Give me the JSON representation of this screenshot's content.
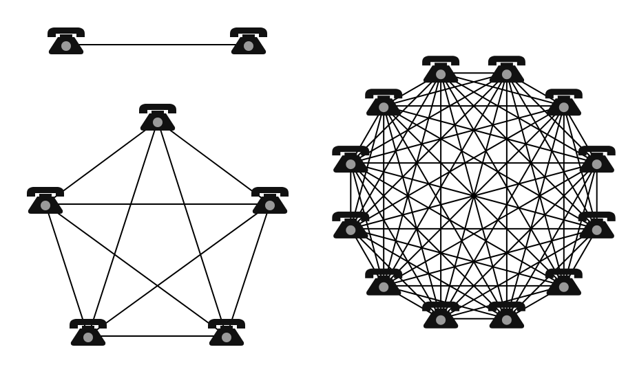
{
  "colors": {
    "background": "#ffffff",
    "phone_body": "#111111",
    "phone_dial": "#9a9a9a",
    "line": "#000000"
  },
  "icon": "telephone-icon",
  "networks": [
    {
      "name": "two-phone-network",
      "phones": 2,
      "connections": "all-to-all"
    },
    {
      "name": "five-phone-network",
      "phones": 5,
      "connections": "all-to-all"
    },
    {
      "name": "twelve-phone-network",
      "phones": 12,
      "connections": "all-to-all"
    }
  ]
}
